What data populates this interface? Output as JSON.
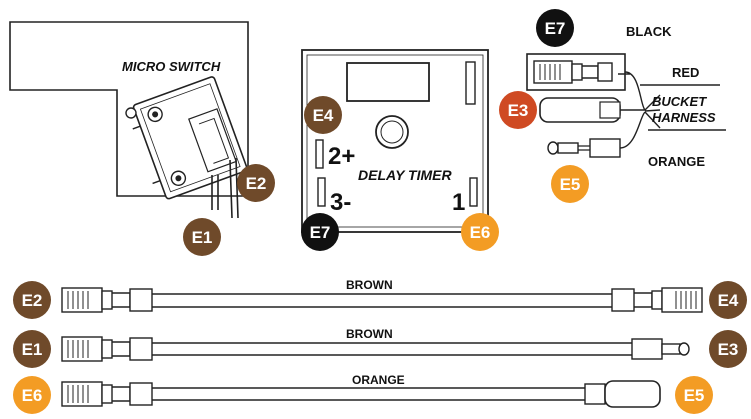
{
  "colors": {
    "brown": "#6f4a2a",
    "black": "#111111",
    "red": "#cf4a23",
    "orange": "#f39c24"
  },
  "labels": {
    "micro_switch": "MICRO SWITCH",
    "delay_timer": "DELAY TIMER",
    "black": "BLACK",
    "red": "RED",
    "bucket_harness_line1": "BUCKET",
    "bucket_harness_line2": "HARNESS",
    "orange": "ORANGE",
    "terminal_2": "2+",
    "terminal_3": "3-",
    "terminal_1": "1"
  },
  "badges": {
    "e1": "E1",
    "e2": "E2",
    "e3": "E3",
    "e4": "E4",
    "e5": "E5",
    "e6": "E6",
    "e7": "E7"
  },
  "wires": [
    {
      "label": "BROWN",
      "left_badge": "E2",
      "right_badge": "E4"
    },
    {
      "label": "BROWN",
      "left_badge": "E1",
      "right_badge": "E3"
    },
    {
      "label": "ORANGE",
      "left_badge": "E6",
      "right_badge": "E5"
    }
  ]
}
